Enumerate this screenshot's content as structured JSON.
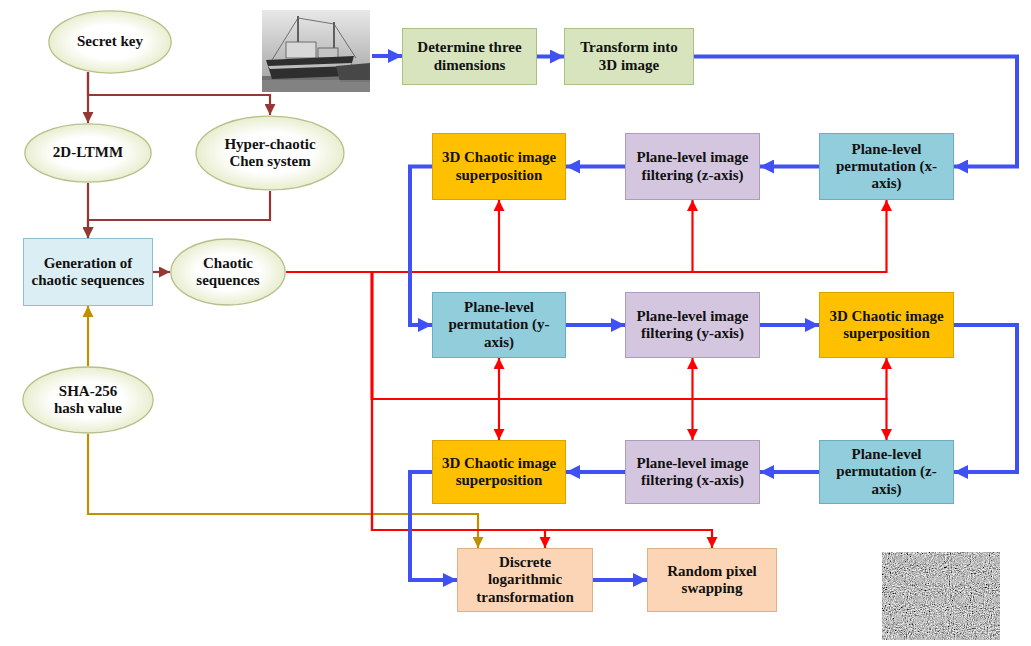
{
  "diagram": {
    "nodes": [
      {
        "text": [
          "Secret key"
        ]
      },
      {
        "text": [
          "2D-LTMM"
        ]
      },
      {
        "text": [
          "Hyper-chaotic Chen system"
        ]
      },
      {
        "text": [
          "Generation of chaotic sequences"
        ]
      },
      {
        "text": [
          "Chaotic sequences"
        ]
      },
      {
        "text": [
          "SHA-256 hash value"
        ]
      },
      {
        "text": [
          "Determine three dimensions"
        ]
      },
      {
        "text": [
          "Transform into 3D image"
        ]
      },
      {
        "text": [
          "3D Chaotic image superposition"
        ]
      },
      {
        "text": [
          "Plane-level image filtering (z-axis)"
        ]
      },
      {
        "text": [
          "Plane-level permutation (x-axis)"
        ]
      },
      {
        "text": [
          "Plane-level permutation (y-axis)"
        ]
      },
      {
        "text": [
          "Plane-level image filtering (y-axis)"
        ]
      },
      {
        "text": [
          "3D Chaotic image superposition"
        ]
      },
      {
        "text": [
          "3D Chaotic image superposition"
        ]
      },
      {
        "text": [
          "Plane-level image filtering (x-axis)"
        ]
      },
      {
        "text": [
          "Plane-level permutation (z-axis)"
        ]
      },
      {
        "text": [
          "Discrete logarithmic transformation"
        ]
      },
      {
        "text": [
          "Random pixel swapping"
        ]
      }
    ],
    "edges": [
      {
        "from": 0,
        "to": 1,
        "arrow": "to"
      },
      {
        "from": 0,
        "to": 2,
        "arrow": "to"
      },
      {
        "from": 1,
        "to": 3,
        "arrow": "to"
      },
      {
        "from": 2,
        "to": 3,
        "arrow": "to"
      },
      {
        "from": 3,
        "to": 4,
        "arrow": "to"
      },
      {
        "from": 5,
        "to": 3,
        "arrow": "to"
      },
      {
        "from": 5,
        "to": 17,
        "arrow": "to"
      },
      {
        "from": 4,
        "to": 8,
        "arrow": "to"
      },
      {
        "from": 4,
        "to": 9,
        "arrow": "to"
      },
      {
        "from": 4,
        "to": 10,
        "arrow": "to"
      },
      {
        "from": 4,
        "to": 11,
        "arrow": "to"
      },
      {
        "from": 4,
        "to": 12,
        "arrow": "to"
      },
      {
        "from": 4,
        "to": 13,
        "arrow": "to"
      },
      {
        "from": 4,
        "to": 14,
        "arrow": "to"
      },
      {
        "from": 4,
        "to": 15,
        "arrow": "to"
      },
      {
        "from": 4,
        "to": 16,
        "arrow": "to"
      },
      {
        "from": 4,
        "to": 17,
        "arrow": "to"
      },
      {
        "from": 4,
        "to": 18,
        "arrow": "to"
      },
      {
        "from": 6,
        "to": 7,
        "arrow": "to"
      },
      {
        "from": 7,
        "to": 10,
        "arrow": "to"
      },
      {
        "from": 10,
        "to": 9,
        "arrow": "to"
      },
      {
        "from": 9,
        "to": 8,
        "arrow": "to"
      },
      {
        "from": 8,
        "to": 11,
        "arrow": "to"
      },
      {
        "from": 11,
        "to": 12,
        "arrow": "to"
      },
      {
        "from": 12,
        "to": 13,
        "arrow": "to"
      },
      {
        "from": 13,
        "to": 16,
        "arrow": "to"
      },
      {
        "from": 16,
        "to": 15,
        "arrow": "to"
      },
      {
        "from": 15,
        "to": 14,
        "arrow": "to"
      },
      {
        "from": 14,
        "to": 17,
        "arrow": "to"
      },
      {
        "from": 17,
        "to": 18,
        "arrow": "to"
      }
    ]
  }
}
